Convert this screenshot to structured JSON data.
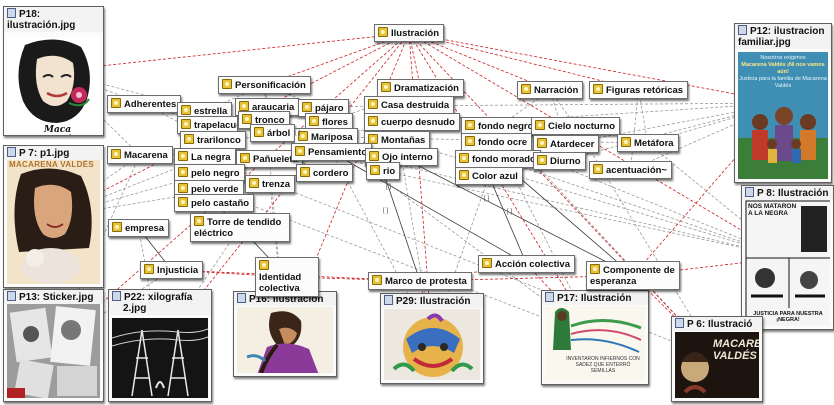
{
  "documents": {
    "p18": {
      "title": "P18:",
      "subtitle": "ilustración.jpg",
      "caption": "Maca Valdés"
    },
    "p7": {
      "title": "P 7: p1.jpg",
      "caption": "MACARENA VALDÉS"
    },
    "p13": {
      "title": "P13: Sticker.jpg"
    },
    "p12": {
      "title": "P12: ilustracion",
      "subtitle": "familiar.jpg",
      "poster_line1": "Nosotros exigimos",
      "poster_line2": "Macarena Valdés ¡Ni nos vamos aún!",
      "poster_line3": "Justicia para la familia de Macarena Valdés"
    },
    "p8": {
      "title": "P 8: Ilustración",
      "comic_text1": "NOS MATARON A LA NEGRA",
      "comic_text2": "JUSTICIA PARA NUESTRA ¡NEGRA!"
    },
    "p22": {
      "title": "P22: xilografía",
      "subtitle": "2.jpg"
    },
    "p16": {
      "title": "P16: Ilustración"
    },
    "p29": {
      "title": "P29: Ilustración"
    },
    "p17": {
      "title": "P17: Ilustración",
      "art_text": "INVENTARON INFIERNOS CON SADEZ QUE ENTERRÓ SEMILLAS"
    },
    "p6": {
      "title": "P 6: Ilustració",
      "art_text": "MACARENA VALDÉS"
    }
  },
  "codes": {
    "ilustracion": "Ilustración",
    "personificacion": "Personificación",
    "dramatizacion": "Dramatización",
    "narracion": "Narración",
    "figuras": "Figuras retóricas",
    "adherentes": "Adherentes",
    "estrella": "estrella",
    "araucaria": "araucaria",
    "pajaro": "pájaro",
    "casa": "Casa destruida",
    "trapelacucha": "trapelacucha",
    "tronco": "tronco",
    "flores": "flores",
    "cuerpo": "cuerpo desnudo",
    "fondonegro": "fondo negro",
    "cielo": "Cielo nocturno",
    "trarilonco": "trarilonco",
    "arbol": "árbol",
    "mariposa": "Mariposa",
    "montanas": "Montañas",
    "fondoocre": "fondo ocre",
    "atardecer": "Atardecer",
    "metafora": "Metáfora",
    "macarena": "Macarena",
    "lanegra": "La negra",
    "panueleta": "Pañueleta",
    "pensamiento": "Pensamiento",
    "ojo": "Ojo interno",
    "fondomorado": "fondo morado",
    "diurno": "Diurno",
    "pelonegro": "pelo negro",
    "cordero": "cordero",
    "rio": "rio",
    "colorazul": "Color azul",
    "acentuacion": "acentuación~",
    "peloverde": "pelo verde",
    "trenza": "trenza",
    "pelocastano": "pelo castaño",
    "empresa": "empresa",
    "torre": "Torre  de tendido eléctrico",
    "injusticia": "Injusticia",
    "identidad": "Identidad colectiva",
    "accion": "Acción colectiva",
    "componente": "Componente de esperanza",
    "marco": "Marco de protesta"
  },
  "edge_labels": [
    "[ ]",
    "[ ]",
    "[ ]",
    "[ ]",
    "[ ]"
  ],
  "colors": {
    "association": "#cc1f1f",
    "relation": "#9a9a9a",
    "strong_relation": "#3a3a3a",
    "code_icon": "#e8c13a"
  }
}
